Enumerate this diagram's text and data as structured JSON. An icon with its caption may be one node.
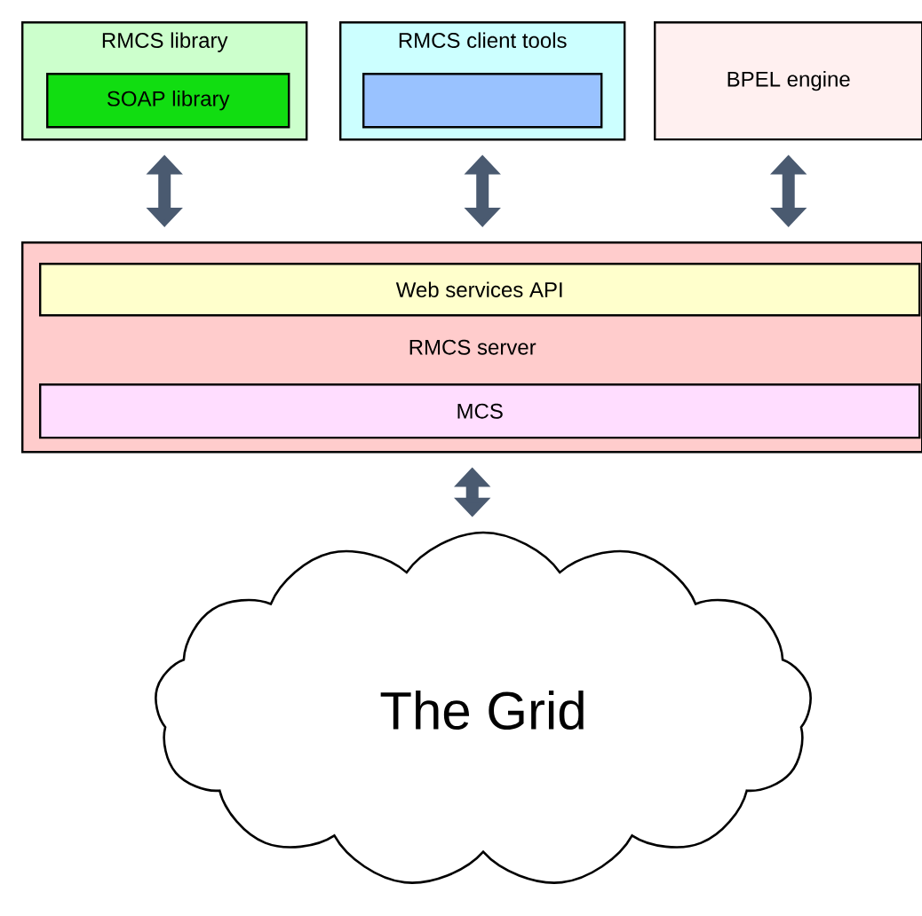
{
  "diagram": {
    "nodes": [
      {
        "text": [
          "RMCS library"
        ]
      },
      {
        "text": [
          "SOAP library"
        ],
        "in": 0
      },
      {
        "text": [
          "RMCS client tools"
        ]
      },
      {
        "text": [],
        "shape": "box",
        "in": 2
      },
      {
        "text": [
          "BPEL engine"
        ]
      },
      {
        "text": [
          "RMCS server"
        ]
      },
      {
        "text": [
          "Web services API"
        ],
        "in": 5
      },
      {
        "text": [
          "MCS"
        ],
        "in": 5
      },
      {
        "text": [
          "The Grid"
        ]
      }
    ],
    "edges": [
      {
        "from": 0,
        "to": 5,
        "arrow": "both"
      },
      {
        "from": 2,
        "to": 5,
        "arrow": "both"
      },
      {
        "from": 4,
        "to": 5,
        "arrow": "both"
      },
      {
        "from": 5,
        "to": 8,
        "arrow": "both"
      }
    ]
  }
}
